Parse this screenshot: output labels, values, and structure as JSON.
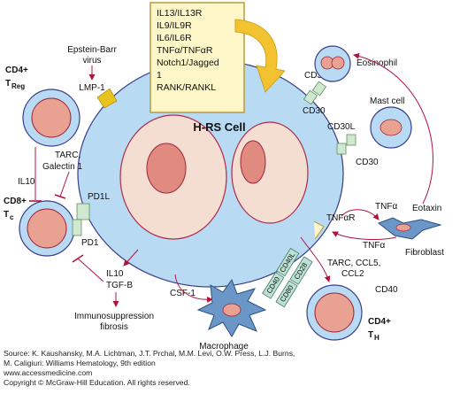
{
  "diagram": {
    "hrs_cell_label": "H-RS Cell",
    "receptor_box_lines": [
      "IL13/IL13R",
      "IL9/IL9R",
      "IL6/IL6R",
      "TNFα/TNFαR",
      "Notch1/Jagged",
      "1",
      "RANK/RANKL"
    ],
    "labels": {
      "epstein_barr_1": "Epstein-Barr",
      "epstein_barr_2": "virus",
      "lmp1": "LMP-1",
      "cd4_treg_main": "CD4+",
      "cd4_treg_sub_t": "T",
      "cd4_treg_sub": "Reg",
      "tarc_galectin_1": "TARC,",
      "tarc_galectin_2": "Galectin 1",
      "il10_left": "IL10",
      "pd1l": "PD1L",
      "cd8_main": "CD8+",
      "cd8_sub_t": "T",
      "cd8_sub": "c",
      "pd1": "PD1",
      "il10_bottom": "IL10",
      "tgfb": "TGF-B",
      "immunosuppression_1": "Immunosuppression",
      "immunosuppression_2": "fibrosis",
      "csf1": "CSF-1",
      "macrophage": "Macrophage",
      "cd30l_top": "CD30L",
      "cd30_top": "CD30",
      "eosinophil": "Eosinophil",
      "mast_cell": "Mast cell",
      "cd30l_mid": "CD30L",
      "cd30_mid": "CD30",
      "tnfa_top": "TNFα",
      "eotaxin": "Eotaxin",
      "tnfar": "TNFαR",
      "tnfa_bottom": "TNFα",
      "fibroblast": "Fibroblast",
      "cd40": "CD40",
      "cd40l": "CD40L",
      "cd80": "CD80",
      "cd28": "CD28",
      "tarc_ccl5_1": "TARC, CCL5,",
      "tarc_ccl5_2": "CCL2",
      "cd40_right": "CD40",
      "cd4_th_main": "CD4+",
      "cd4_th_sub_t": "T",
      "cd4_th_sub": "H"
    },
    "caption_lines": [
      "Source: K. Kaushansky, M.A. Lichtman, J.T. Prchal, M.M. Levi, O.W. Press, L.J. Burns,",
      "M. Caligiuri: Williams Hematology, 9th edition",
      "www.accessmedicine.com",
      "Copyright © McGraw-Hill Education.  All rights reserved."
    ],
    "colors": {
      "cell_blue": "#b9daf3",
      "cell_outline": "#3a3f8a",
      "nucleus": "#f0b6a0",
      "nucleus_outline": "#b02a4a",
      "nucleus_inner": "#e08a80",
      "nucleolus_outline": "#a0243c",
      "box_fill": "#fdf6c8",
      "box_border": "#b89a3a",
      "arrow_yellow": "#f2c230",
      "arrow_red": "#b0143c",
      "receptor_green": "#cfe8cf",
      "receptor_teal": "#bde0d4",
      "lmp_yellow": "#e7c21c"
    }
  }
}
